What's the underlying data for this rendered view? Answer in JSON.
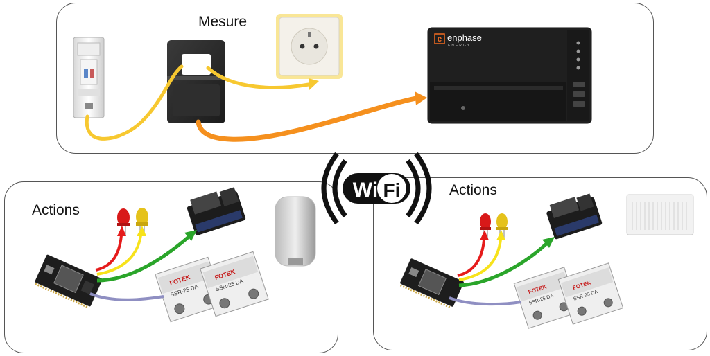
{
  "sections": {
    "measure": {
      "title": "Mesure"
    },
    "actions_left": {
      "title": "Actions"
    },
    "actions_right": {
      "title": "Actions"
    }
  },
  "wifi": {
    "left": "Wi",
    "right": "Fi"
  },
  "gateway": {
    "logo_mark": "e",
    "brand": "enphase",
    "sub": "ENERGY"
  },
  "relay": {
    "brand": "FOTEK",
    "model": "SSR-25 DA"
  },
  "colors": {
    "wire_yellow": "#f7c830",
    "wire_orange": "#f5901e",
    "wire_red": "#e51b1b",
    "wire_green": "#2aa52a",
    "wire_purple": "#8f8fc2",
    "enphase_orange": "#f26b21"
  },
  "icons": [
    "breaker-icon",
    "current-clamp-icon",
    "power-outlet-icon",
    "enphase-gateway-icon",
    "wifi-logo-icon",
    "esp32-board-icon",
    "red-led-icon",
    "yellow-led-icon",
    "triac-module-icon",
    "solid-state-relay-icon",
    "water-heater-icon",
    "electric-radiator-icon"
  ]
}
